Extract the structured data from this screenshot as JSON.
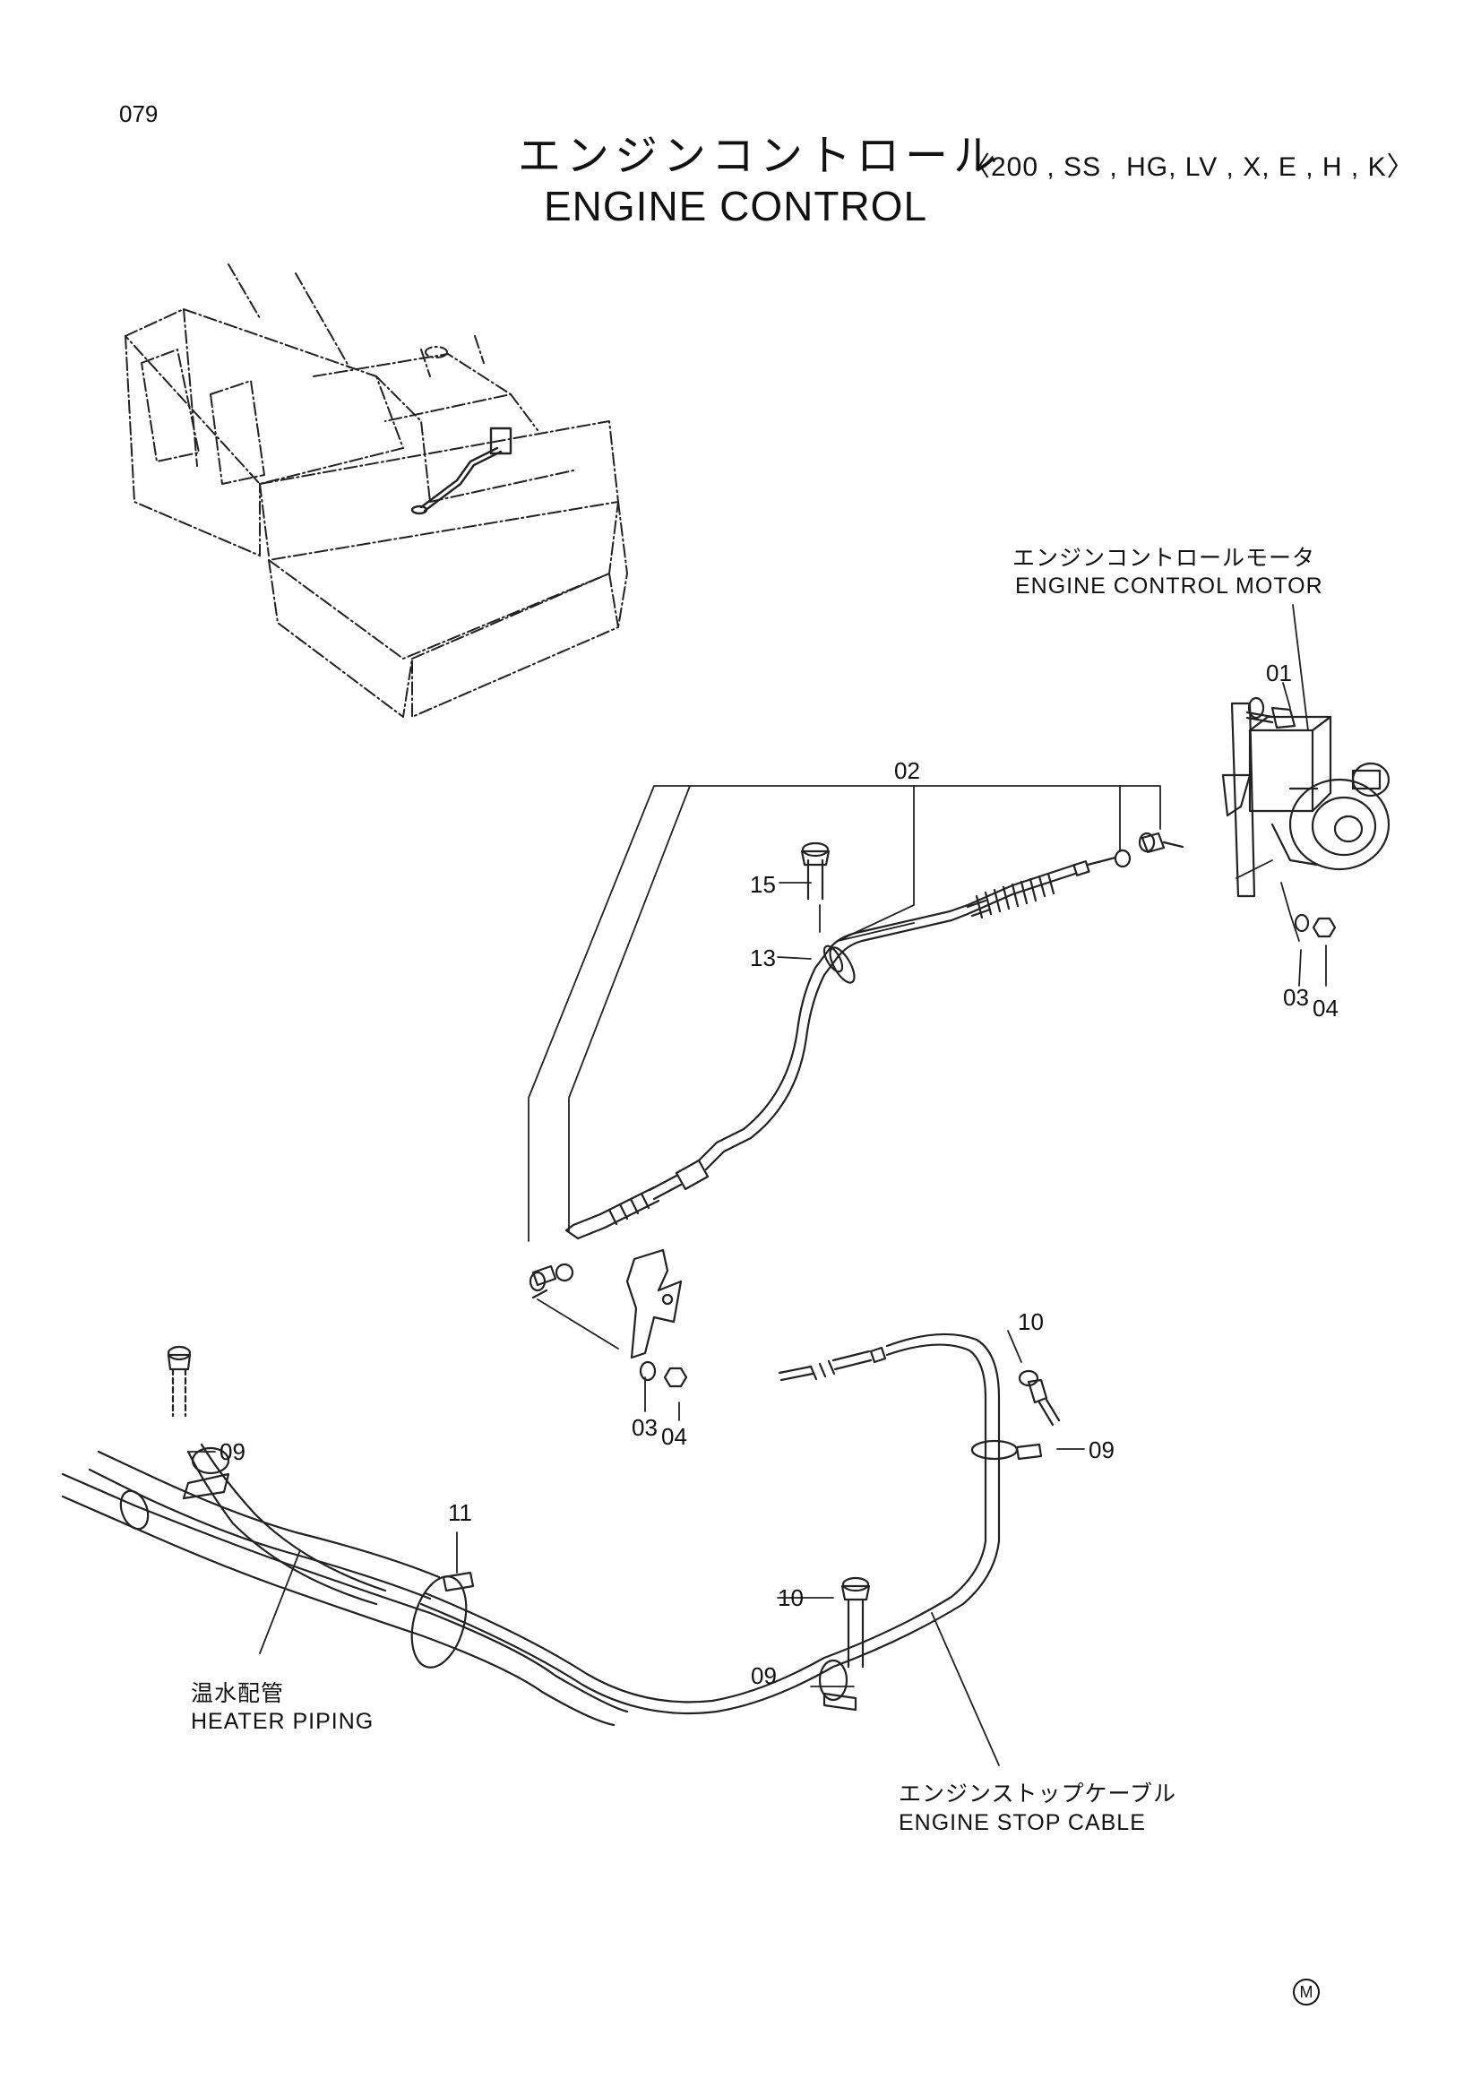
{
  "page_number": "079",
  "title": {
    "japanese": "エンジンコントロール",
    "variants": "〈200 , SS , HG, LV , X, E , H , K〉",
    "english": "ENGINE CONTROL"
  },
  "callouts": {
    "engine_control_motor": {
      "japanese": "エンジンコントロールモータ",
      "english": "ENGINE CONTROL MOTOR"
    },
    "heater_piping": {
      "japanese": "温水配管",
      "english": "HEATER PIPING"
    },
    "engine_stop_cable": {
      "japanese": "エンジンストップケーブル",
      "english": "ENGINE STOP CABLE"
    }
  },
  "part_numbers": {
    "p01": "01",
    "p02": "02",
    "p15": "15",
    "p13": "13",
    "p03_motor": "03",
    "p04_motor": "04",
    "p03_lever": "03",
    "p04_lever": "04",
    "p09_left": "09",
    "p09_right": "09",
    "p09_bottom": "09",
    "p10_top": "10",
    "p10_bottom": "10",
    "p11": "11"
  },
  "mark": "M",
  "icons": {
    "excavator": "excavator-icon",
    "motor": "motor-icon",
    "cable": "cable-icon"
  }
}
